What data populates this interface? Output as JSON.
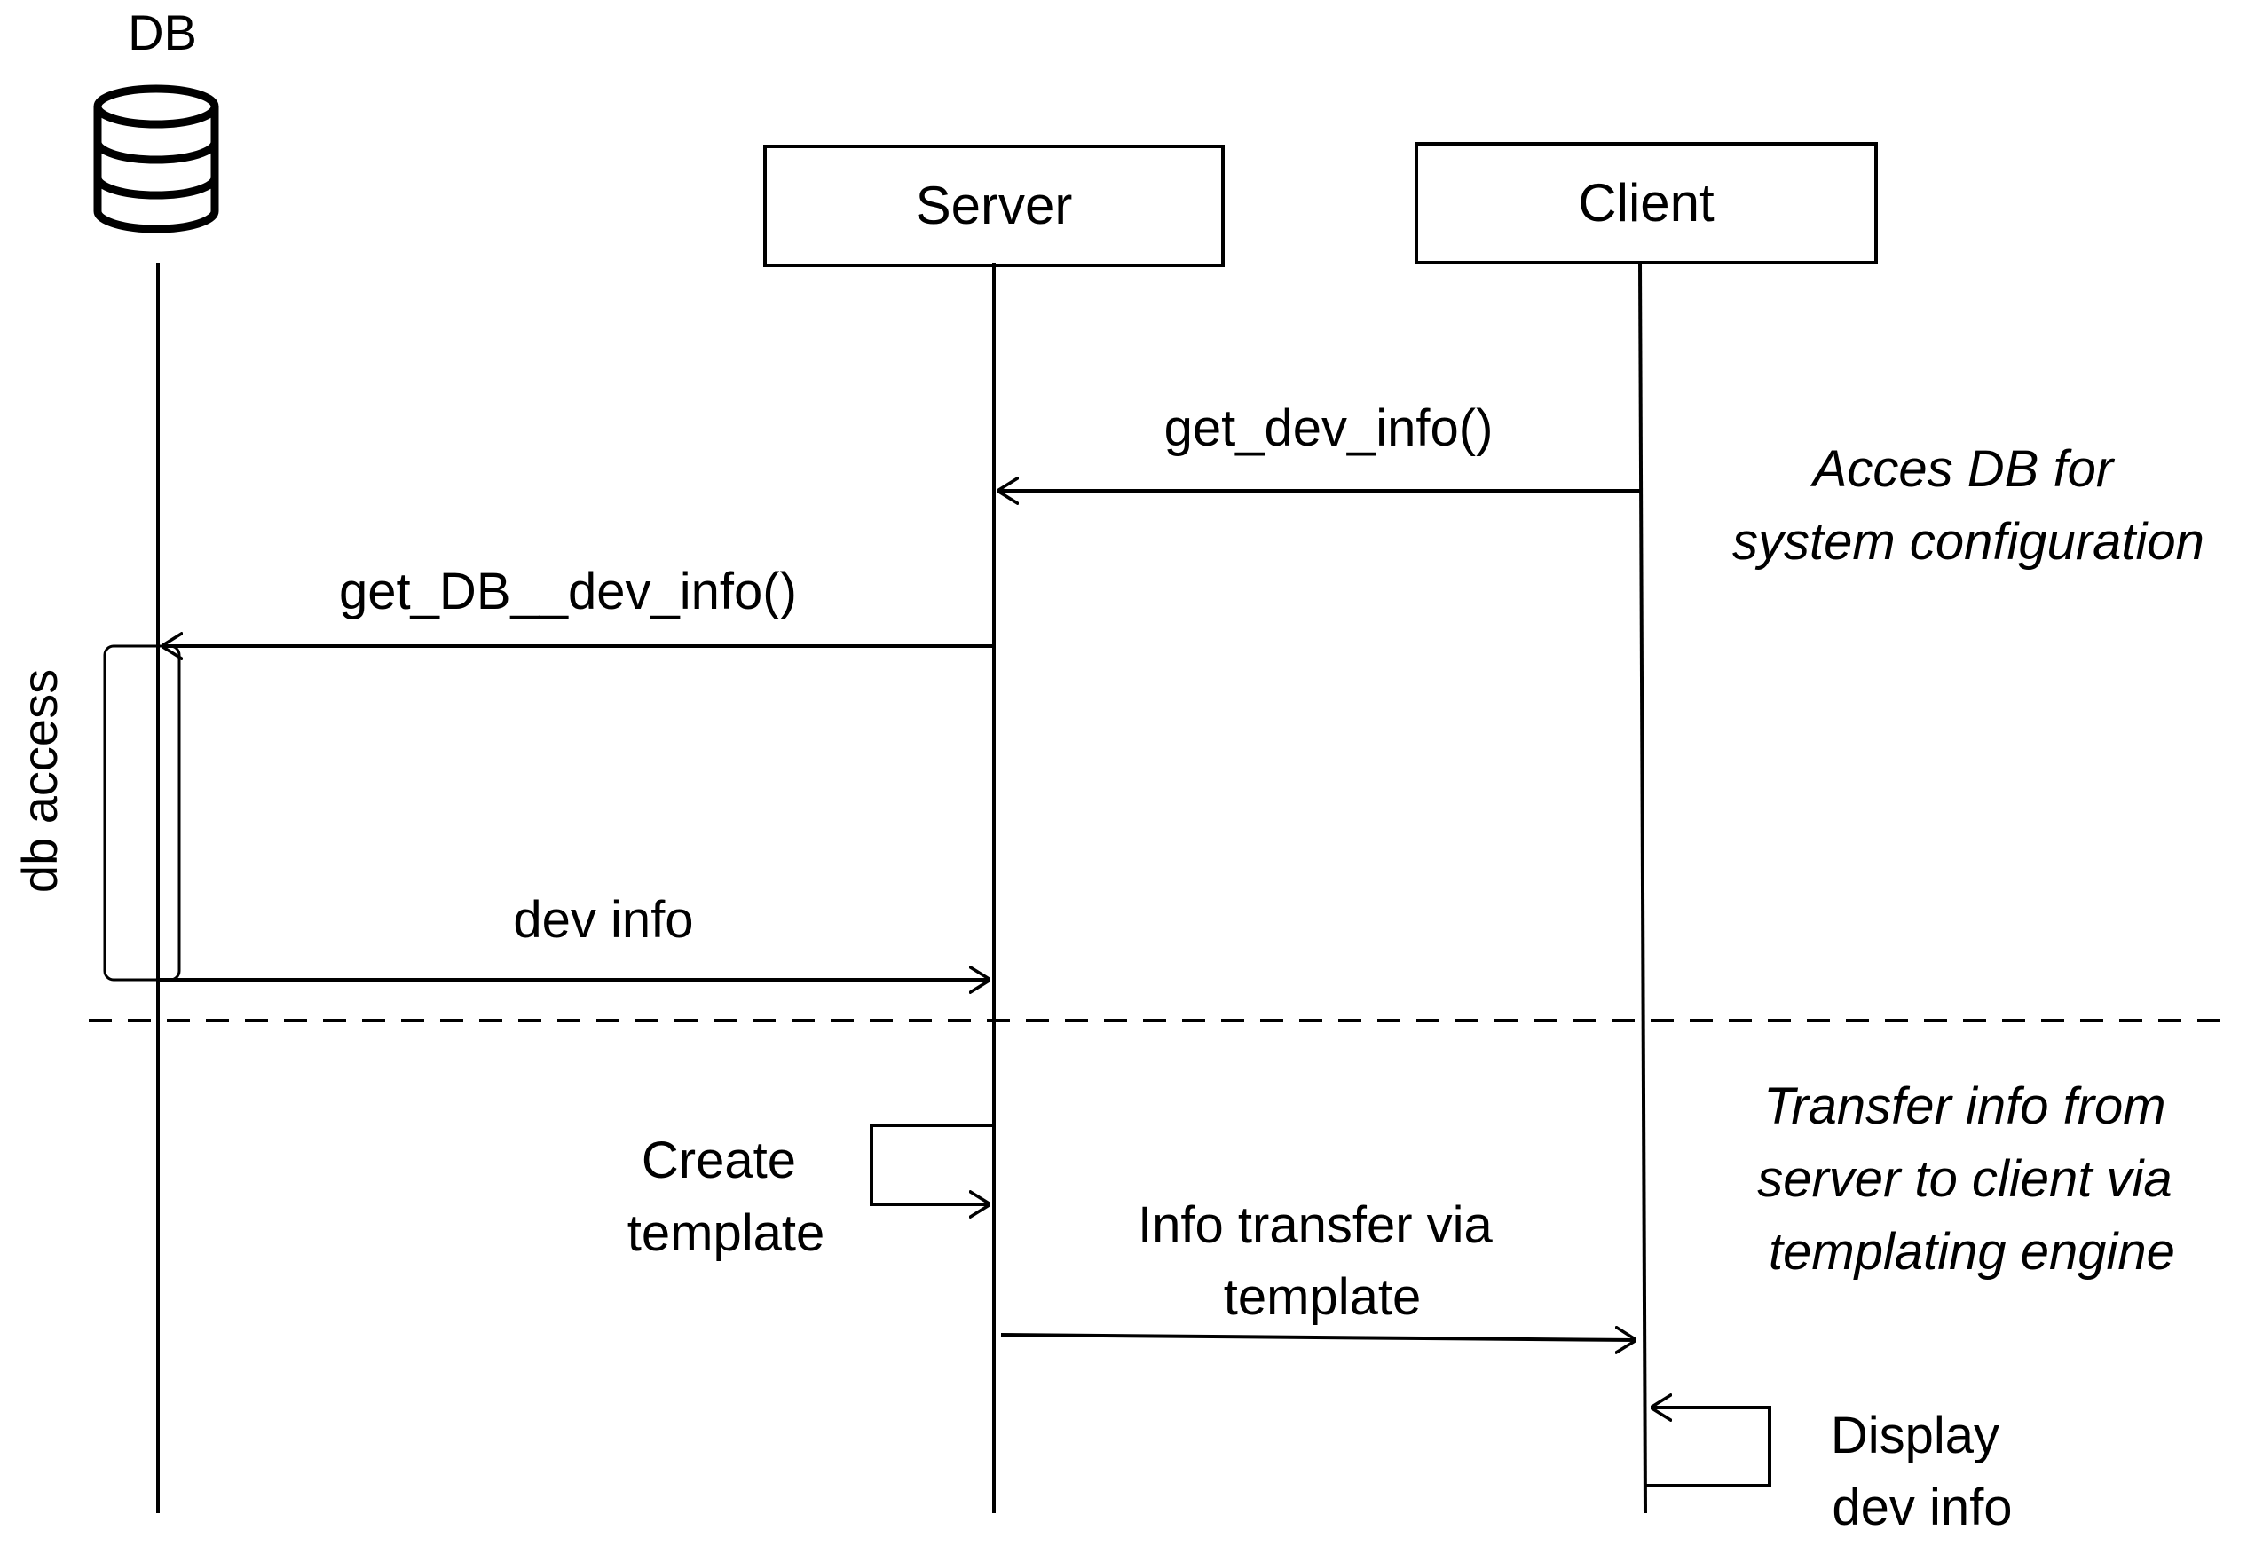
{
  "participants": {
    "db": {
      "label": "DB",
      "icon": "database-icon"
    },
    "server": {
      "label": "Server"
    },
    "client": {
      "label": "Client"
    }
  },
  "activation": {
    "label": "db access"
  },
  "messages": {
    "get_dev_info": "get_dev_info()",
    "get_db_dev_info": "get_DB__dev_info()",
    "dev_info": "dev info",
    "create_template": [
      "Create",
      "template"
    ],
    "info_transfer": [
      "Info transfer via",
      "template"
    ],
    "display_dev_info": [
      "Display",
      "dev info"
    ]
  },
  "notes": {
    "access_db": [
      "Acces DB for",
      "system configuration"
    ],
    "transfer_info": [
      "Transfer info from",
      "server to client via",
      "templating engine"
    ]
  },
  "colors": {
    "line": "#000000",
    "background": "#ffffff"
  }
}
